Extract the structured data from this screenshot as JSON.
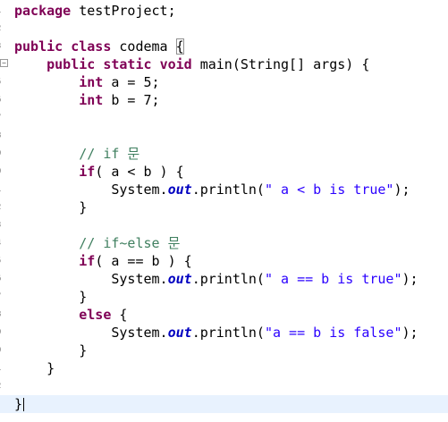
{
  "editor": {
    "lines": [
      {
        "segments": [
          {
            "t": "package",
            "c": "kw"
          },
          {
            "t": " testProject;",
            "c": ""
          }
        ]
      },
      {
        "segments": []
      },
      {
        "segments": [
          {
            "t": "public",
            "c": "kw"
          },
          {
            "t": " ",
            "c": ""
          },
          {
            "t": "class",
            "c": "kw"
          },
          {
            "t": " codema ",
            "c": ""
          },
          {
            "t": "{",
            "c": "brace"
          }
        ]
      },
      {
        "segments": [
          {
            "t": "    ",
            "c": ""
          },
          {
            "t": "public",
            "c": "kw"
          },
          {
            "t": " ",
            "c": ""
          },
          {
            "t": "static",
            "c": "kw"
          },
          {
            "t": " ",
            "c": ""
          },
          {
            "t": "void",
            "c": "kw"
          },
          {
            "t": " main(String[] args) {",
            "c": ""
          }
        ]
      },
      {
        "segments": [
          {
            "t": "        ",
            "c": ""
          },
          {
            "t": "int",
            "c": "kw"
          },
          {
            "t": " a = 5;",
            "c": ""
          }
        ]
      },
      {
        "segments": [
          {
            "t": "        ",
            "c": ""
          },
          {
            "t": "int",
            "c": "kw"
          },
          {
            "t": " b = 7;",
            "c": ""
          }
        ]
      },
      {
        "segments": []
      },
      {
        "segments": []
      },
      {
        "segments": [
          {
            "t": "        ",
            "c": ""
          },
          {
            "t": "// if 문",
            "c": "cm"
          }
        ]
      },
      {
        "segments": [
          {
            "t": "        ",
            "c": ""
          },
          {
            "t": "if",
            "c": "kw"
          },
          {
            "t": "( a < b ) {",
            "c": ""
          }
        ]
      },
      {
        "segments": [
          {
            "t": "            System.",
            "c": ""
          },
          {
            "t": "out",
            "c": "fld"
          },
          {
            "t": ".println(",
            "c": ""
          },
          {
            "t": "\" a < b is true\"",
            "c": "st"
          },
          {
            "t": ");",
            "c": ""
          }
        ]
      },
      {
        "segments": [
          {
            "t": "        }",
            "c": ""
          }
        ]
      },
      {
        "segments": []
      },
      {
        "segments": [
          {
            "t": "        ",
            "c": ""
          },
          {
            "t": "// if~else 문",
            "c": "cm"
          }
        ]
      },
      {
        "segments": [
          {
            "t": "        ",
            "c": ""
          },
          {
            "t": "if",
            "c": "kw"
          },
          {
            "t": "( a == b ) {",
            "c": ""
          }
        ]
      },
      {
        "segments": [
          {
            "t": "            System.",
            "c": ""
          },
          {
            "t": "out",
            "c": "fld"
          },
          {
            "t": ".println(",
            "c": ""
          },
          {
            "t": "\" a == b is true\"",
            "c": "st"
          },
          {
            "t": ");",
            "c": ""
          }
        ]
      },
      {
        "segments": [
          {
            "t": "        }",
            "c": ""
          }
        ]
      },
      {
        "segments": [
          {
            "t": "        ",
            "c": ""
          },
          {
            "t": "else",
            "c": "kw"
          },
          {
            "t": " {",
            "c": ""
          }
        ]
      },
      {
        "segments": [
          {
            "t": "            System.",
            "c": ""
          },
          {
            "t": "out",
            "c": "fld"
          },
          {
            "t": ".println(",
            "c": ""
          },
          {
            "t": "\"a == b is false\"",
            "c": "st"
          },
          {
            "t": ");",
            "c": ""
          }
        ]
      },
      {
        "segments": [
          {
            "t": "        }",
            "c": ""
          }
        ]
      },
      {
        "segments": [
          {
            "t": "    }",
            "c": ""
          }
        ]
      },
      {
        "segments": []
      },
      {
        "segments": [
          {
            "t": "}",
            "c": "caret"
          }
        ],
        "current": true
      }
    ]
  }
}
